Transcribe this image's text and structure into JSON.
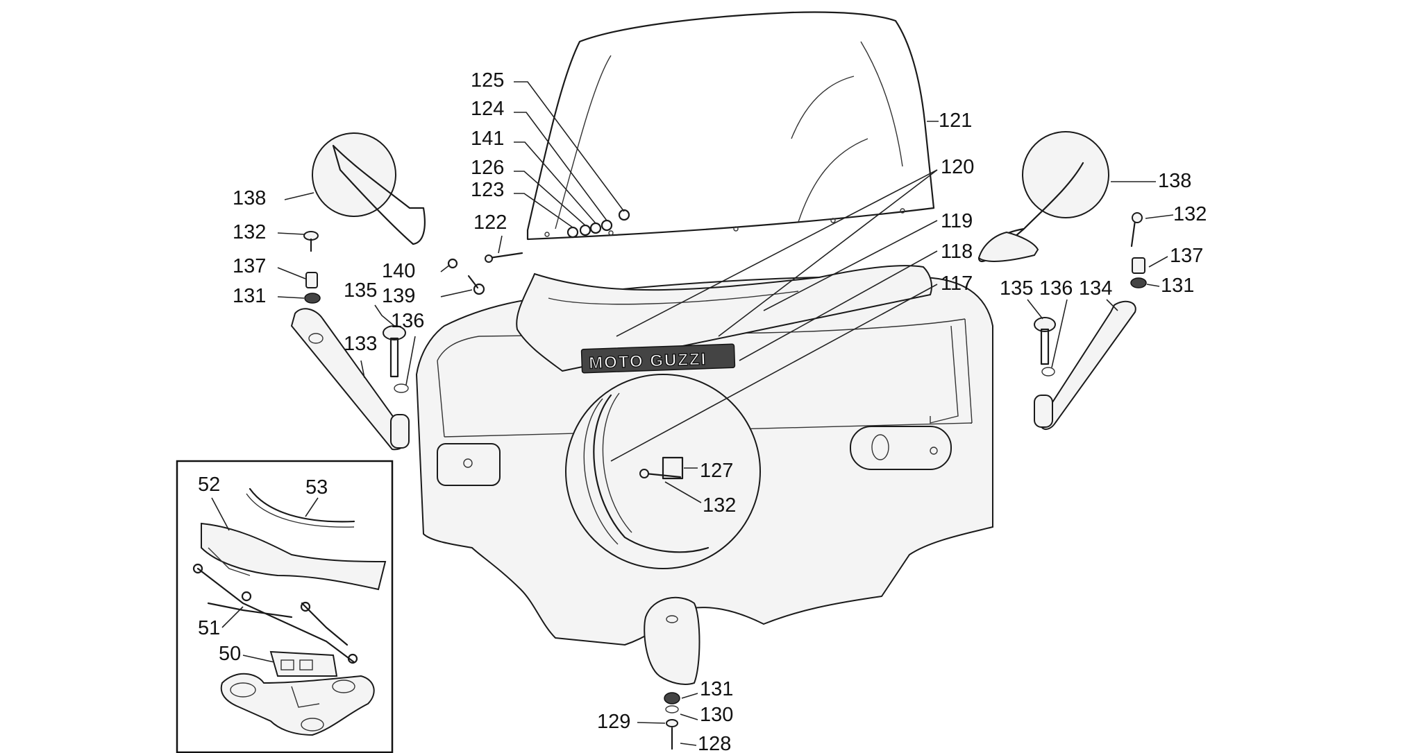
{
  "brand_text": "MOTO GUZZI",
  "labels": {
    "l125": "125",
    "l124": "124",
    "l141": "141",
    "l126": "126",
    "l123": "123",
    "l122": "122",
    "l121": "121",
    "l120": "120",
    "l119": "119",
    "l118": "118",
    "l117": "117",
    "l138a": "138",
    "l132a": "132",
    "l137a": "137",
    "l131a": "131",
    "l140": "140",
    "l139": "139",
    "l135a": "135",
    "l136a": "136",
    "l133": "133",
    "l138b": "138",
    "l132b": "132",
    "l137b": "137",
    "l131b": "131",
    "l135b": "135",
    "l136b": "136",
    "l134": "134",
    "l127": "127",
    "l132c": "132",
    "l52": "52",
    "l53": "53",
    "l51": "51",
    "l50": "50",
    "l131c": "131",
    "l130": "130",
    "l129": "129",
    "l128": "128"
  }
}
